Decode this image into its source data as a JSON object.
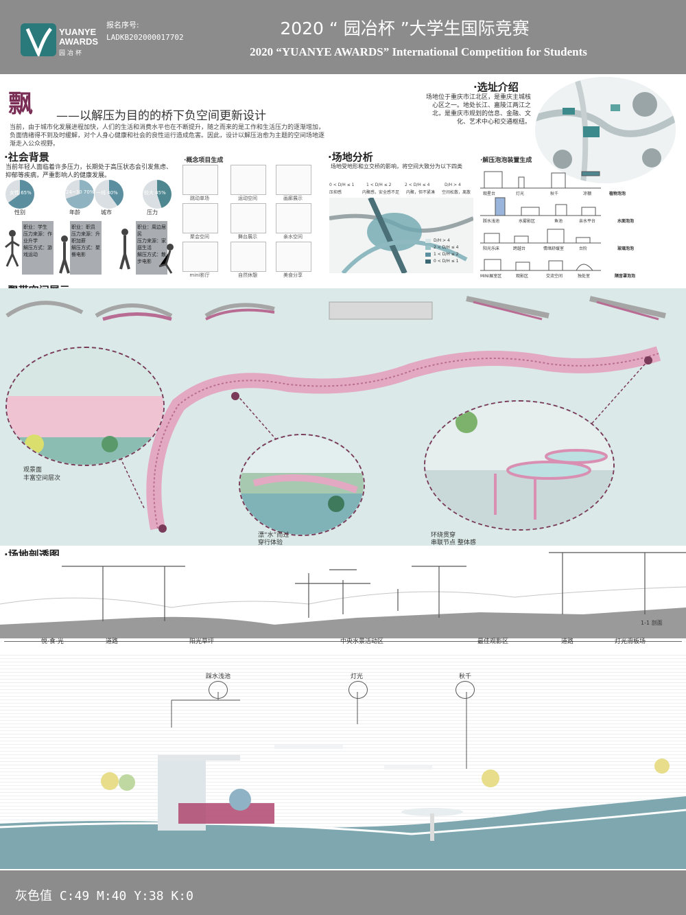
{
  "header": {
    "logo_line1": "YUANYE",
    "logo_line2": "AWARDS",
    "logo_cn": "园冶杯",
    "reg_label": "报名序号:",
    "reg_no": "LADKB202000017702",
    "title_cn": "2020 “ 园冶杯 ”大学生国际竞赛",
    "title_en": "2020 “YUANYE AWARDS” International Competition for  Students"
  },
  "intro": {
    "title_glyph": "飘",
    "subtitle": "——以解压为目的的桥下负空间更新设计",
    "text": "当前，由于城市化发展进程加快，人们的生活和消费水平也在不断提升，随之而来的是工作和生活压力的逐渐增加，负面情绪得不到及时缓解，对个人身心健康和社会的良性运行造成危害。因此，设计以解压治愈为主题的空间场地逐渐走入公众视野。"
  },
  "site_intro": {
    "heading": "·选址介绍",
    "text": "场地位于重庆市江北区，是重庆主城核心区之一。地处长江、嘉陵江两江之北，是重庆市规划的信息、金融、文化、艺术中心和交通枢纽。"
  },
  "social": {
    "heading": "·社会背景",
    "text": "当前年轻人面临着许多压力，长期处于高压状态会引发焦虑、抑郁等疾病，严重影响人的健康发展。",
    "pies": [
      {
        "inner": "女性 65%",
        "label": "性别",
        "color": "#5b8fa0"
      },
      {
        "inner": "24~30 70%",
        "label": "年龄",
        "color": "#8fb3c0"
      },
      {
        "inner": "一线 40%",
        "label": "城市",
        "color": "#5b8fa0"
      },
      {
        "inner": "较大 45%",
        "label": "压力",
        "color": "#4f8790"
      }
    ],
    "person_cards": [
      {
        "text": "职业：学生\n压力来源：作业升学\n解压方式：游戏运动"
      },
      {
        "text": "职业：职员\n压力来源：升职加薪\n解压方式：聚餐电影"
      },
      {
        "text": "职业：周边居民\n压力来源：家庭生活\n解压方式：散步电影"
      }
    ]
  },
  "concept": {
    "heading": "·概念项目生成",
    "items": [
      "跳动单场",
      "运动空间",
      "画廊展示",
      "聚会空间",
      "舞台展示",
      "亲水空间",
      "mini影厅",
      "自然休憩",
      "美食分享"
    ]
  },
  "site_analysis": {
    "heading": "·场地分析",
    "text": "场地受地形和立交桥的影响，将空间大致分为以下四类",
    "bands": [
      "0 < D/H ≤ 1",
      "1 < D/H ≤ 2",
      "2 < D/H ≤ 4",
      "D/H > 4"
    ],
    "band_notes": [
      "压抑感",
      "内聚感，安全感不足",
      "内聚，但不紧凑",
      "空间松散，离散"
    ],
    "legend": [
      "D/H > 4",
      "2 < D/H ≤ 4",
      "1 < D/H ≤ 2",
      "0 < D/H ≤ 1"
    ]
  },
  "devices": {
    "heading": "·解压泡泡装置生成",
    "rows": [
      {
        "items": [
          "观星台",
          "灯光",
          "秋千",
          "凉棚"
        ],
        "tag": "植物泡泡"
      },
      {
        "items": [
          "踩水浅池",
          "水雾影区",
          "鱼池",
          "亲水平台"
        ],
        "tag": "水面泡泡"
      },
      {
        "items": [
          "阳光乐床",
          "跨越台",
          "情绪舒缓室",
          "台阶"
        ],
        "tag": "玻璃泡泡"
      },
      {
        "items": [
          "MINI展室区",
          "观影区",
          "交流空间",
          "独处室"
        ],
        "tag": "隔音罩泡泡"
      }
    ]
  },
  "ribbon": {
    "heading": "·飘带空间展示",
    "caption1_title": "观景面",
    "caption1_sub": "丰富空间层次",
    "caption2_title": "漂“水”而过",
    "caption2_sub": "穿行体验",
    "caption3_title": "环绕贯穿",
    "caption3_sub": "串联节点 整体感"
  },
  "section": {
    "heading": "·场地剖透图",
    "cut_label": "1-1 剖面",
    "zones": [
      "悦·食·光",
      "道路",
      "阳光草坪",
      "中央水景活动区",
      "最佳观影区",
      "道路",
      "灯光滑板场"
    ],
    "icons": [
      "踩水浅池",
      "灯光",
      "秋千"
    ]
  },
  "footer": {
    "text": "灰色值  C:49 M:40 Y:38 K:0"
  },
  "colors": {
    "header_grey": "#8c8c8c",
    "accent_pink": "#d98fb2",
    "accent_teal": "#4f8790",
    "plum": "#7a2d55"
  }
}
